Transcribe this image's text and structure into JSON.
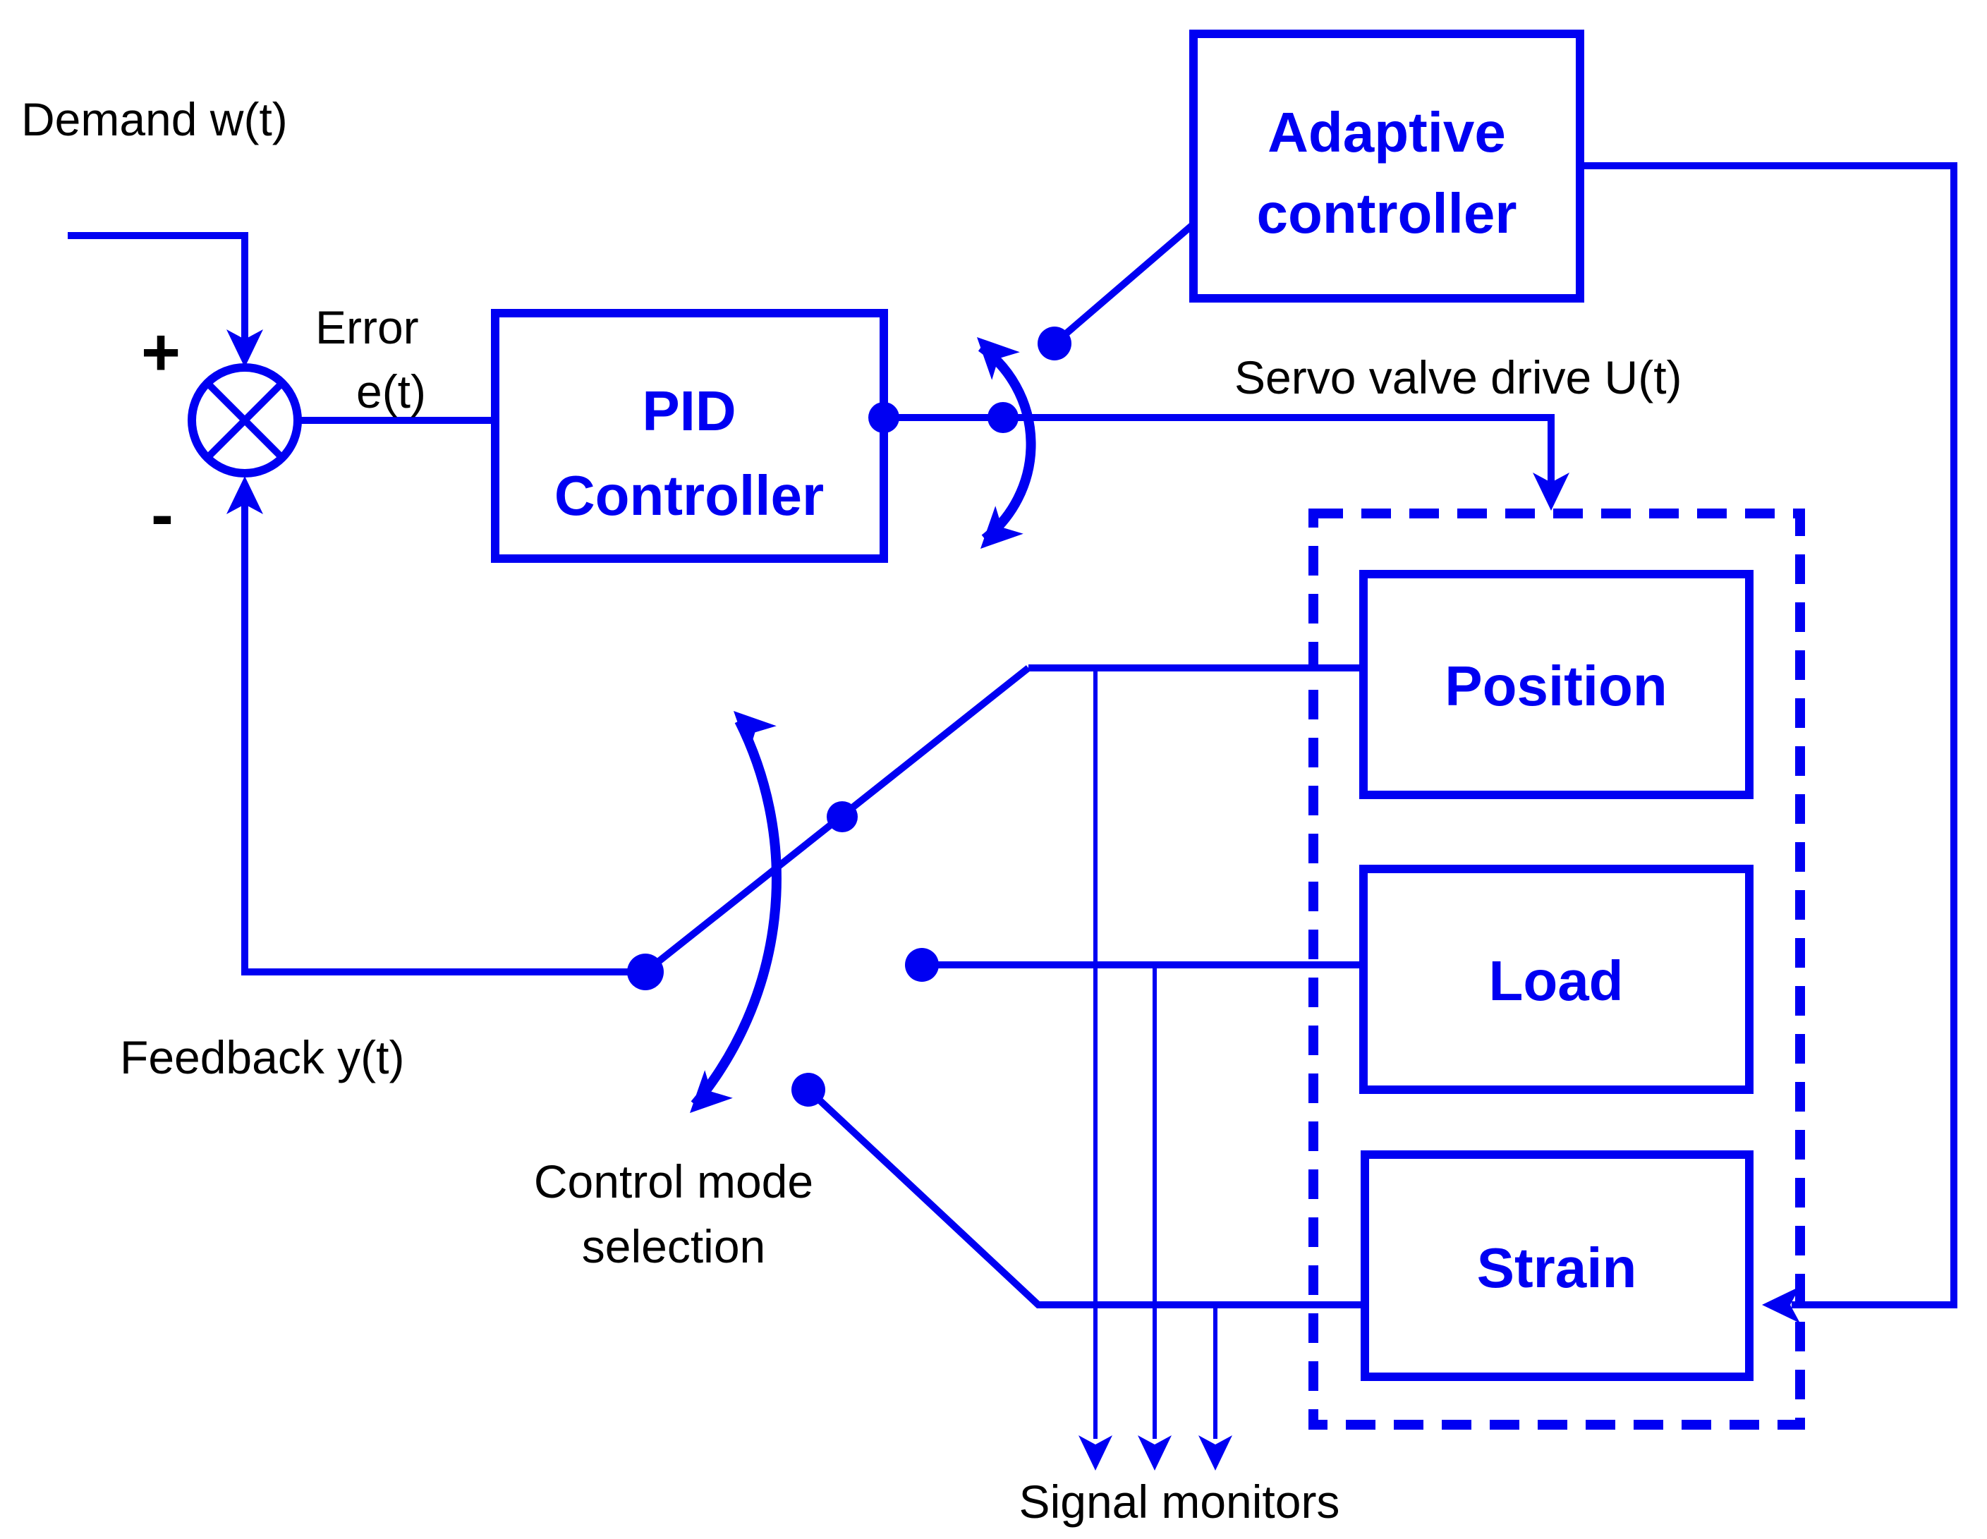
{
  "diagram": {
    "title_semantic": "Adaptive PID control loop with control-mode selection switch",
    "colors": {
      "line": "#0000f2",
      "text": "#000000",
      "background": "#ffffff"
    },
    "labels": {
      "demand": "Demand w(t)",
      "plus_sign": "+",
      "minus_sign": "-",
      "error_line1": "Error",
      "error_line2": "e(t)",
      "servo": "Servo valve drive U(t)",
      "feedback": "Feedback y(t)",
      "control_mode_line1": "Control mode",
      "control_mode_line2": "selection",
      "signal_monitors": "Signal monitors"
    },
    "blocks": {
      "pid": {
        "line1": "PID",
        "line2": "Controller"
      },
      "adaptive": {
        "line1": "Adaptive",
        "line2": "controller"
      },
      "position": {
        "label": "Position"
      },
      "load": {
        "label": "Load"
      },
      "strain": {
        "label": "Strain"
      }
    },
    "icons": {
      "summing_junction": "circle-with-x-icon",
      "switch_arcs": "curved-double-arrow-icon"
    }
  }
}
